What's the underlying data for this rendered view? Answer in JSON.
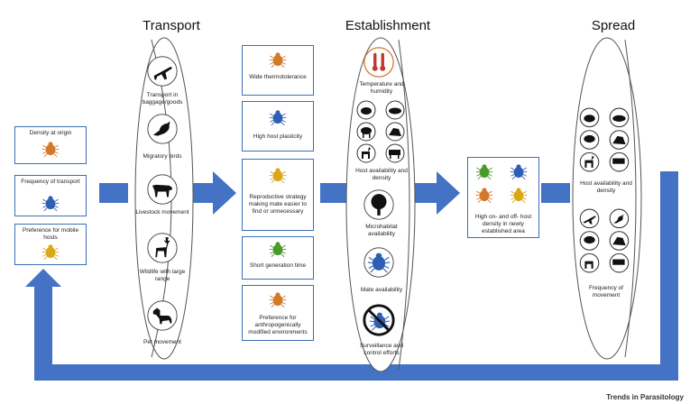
{
  "headings": {
    "transport": "Transport",
    "establishment": "Establishment",
    "spread": "Spread"
  },
  "left_factors": [
    {
      "label": "Density at origin",
      "tick": "orange"
    },
    {
      "label": "Frequency of transport",
      "tick": "blue"
    },
    {
      "label": "Preference for mobile hosts",
      "tick": "gold"
    }
  ],
  "transport_items": [
    {
      "label": "Transport in baggage/goods",
      "icon": "airplane-icon"
    },
    {
      "label": "Migratory birds",
      "icon": "bird-icon"
    },
    {
      "label": "Livestock movement",
      "icon": "cow-icon"
    },
    {
      "label": "Wildlife with large range",
      "icon": "deer-icon"
    },
    {
      "label": "Pet movement",
      "icon": "dog-icon"
    }
  ],
  "tick_traits": [
    {
      "label": "Wide thermotolerance",
      "tick": "orange"
    },
    {
      "label": "High host plasticity",
      "tick": "blue"
    },
    {
      "label": "Reproductive strategy making mate easier to find or unnecessary",
      "tick": "gold"
    },
    {
      "label": "Short generation time",
      "tick": "green"
    },
    {
      "label": "Preference for anthropogenically modified environments",
      "tick": "orange"
    }
  ],
  "establishment_items": {
    "temperature": "Temperature and humidity",
    "hosts": "Host availability and density",
    "microhabitat": "Microhabitat availability",
    "mate": "Mate availability",
    "surveillance": "Surveillance and control efforts"
  },
  "outcome": "High on- and off- host density in newly established area",
  "spread_items": {
    "hosts": "Host availability and density",
    "movement": "Frequency of movement"
  },
  "colors": {
    "arrow": "#4472c4",
    "border": "#3b6fb6",
    "orange_tick": "#d4782a",
    "blue_tick": "#2f5fb5",
    "gold_tick": "#d9a817",
    "green_tick": "#4a9a2a"
  },
  "brand": "Trends in Parasitology"
}
